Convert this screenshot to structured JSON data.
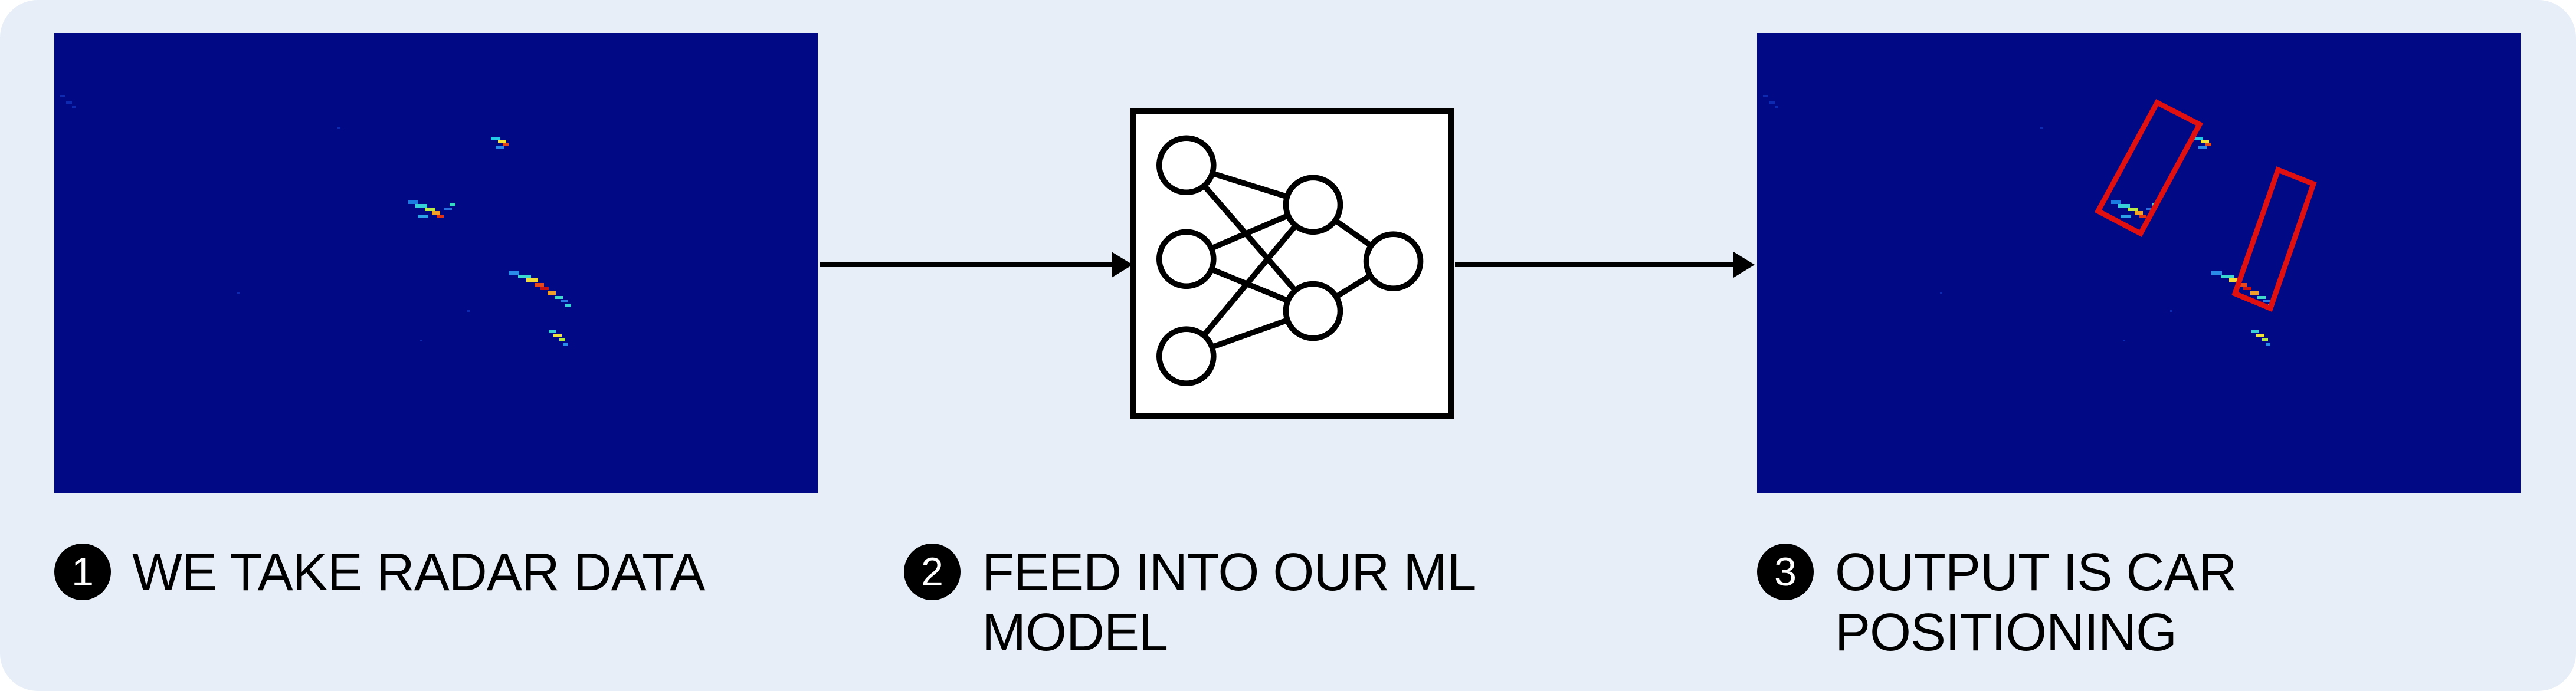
{
  "colors": {
    "panel_bg": "#e7eef7",
    "radar_bg": "#010985",
    "detection_box": "#e01010",
    "ink": "#000000"
  },
  "steps": [
    {
      "number": "1",
      "label": "WE TAKE RADAR DATA"
    },
    {
      "number": "2",
      "label": "FEED INTO OUR ML MODEL"
    },
    {
      "number": "3",
      "label": "OUTPUT IS CAR POSITIONING"
    }
  ],
  "icons": {
    "model": "neural-network-icon",
    "arrow": "right-arrow-icon"
  }
}
